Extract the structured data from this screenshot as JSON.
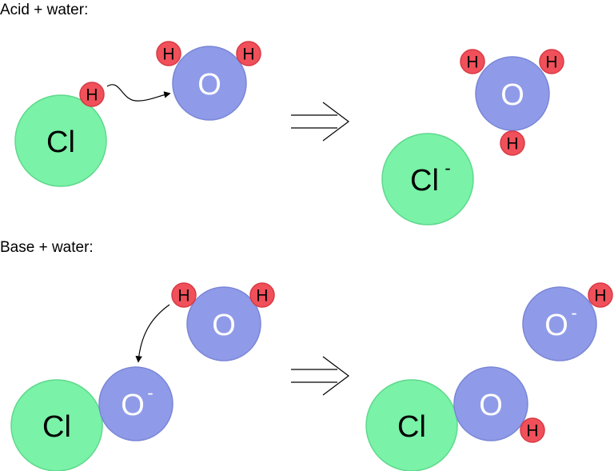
{
  "colors": {
    "chlorine": "#7af2a7",
    "chlorine_stroke": "#5fd98d",
    "oxygen": "#8f9be8",
    "oxygen_stroke": "#7a86d6",
    "hydrogen": "#f0505a",
    "hydrogen_stroke": "#d83a44",
    "label_dark": "#000000",
    "label_light": "#ffffff"
  },
  "acid": {
    "title": "Acid + water:",
    "reactant": {
      "cl": "Cl",
      "h_on_cl": "H",
      "o": "O",
      "h1": "H",
      "h2": "H"
    },
    "product": {
      "o": "O",
      "h1": "H",
      "h2": "H",
      "h3": "H",
      "cl": "Cl",
      "cl_charge": "-"
    }
  },
  "base": {
    "title": "Base + water:",
    "reactant": {
      "o": "O",
      "h1": "H",
      "h2": "H",
      "cl": "Cl",
      "o_ion": "O",
      "o_ion_charge": "-"
    },
    "product": {
      "o_ion": "O",
      "o_ion_charge": "-",
      "h_on_o_ion": "H",
      "cl": "Cl",
      "o": "O",
      "h_on_o": "H"
    }
  }
}
